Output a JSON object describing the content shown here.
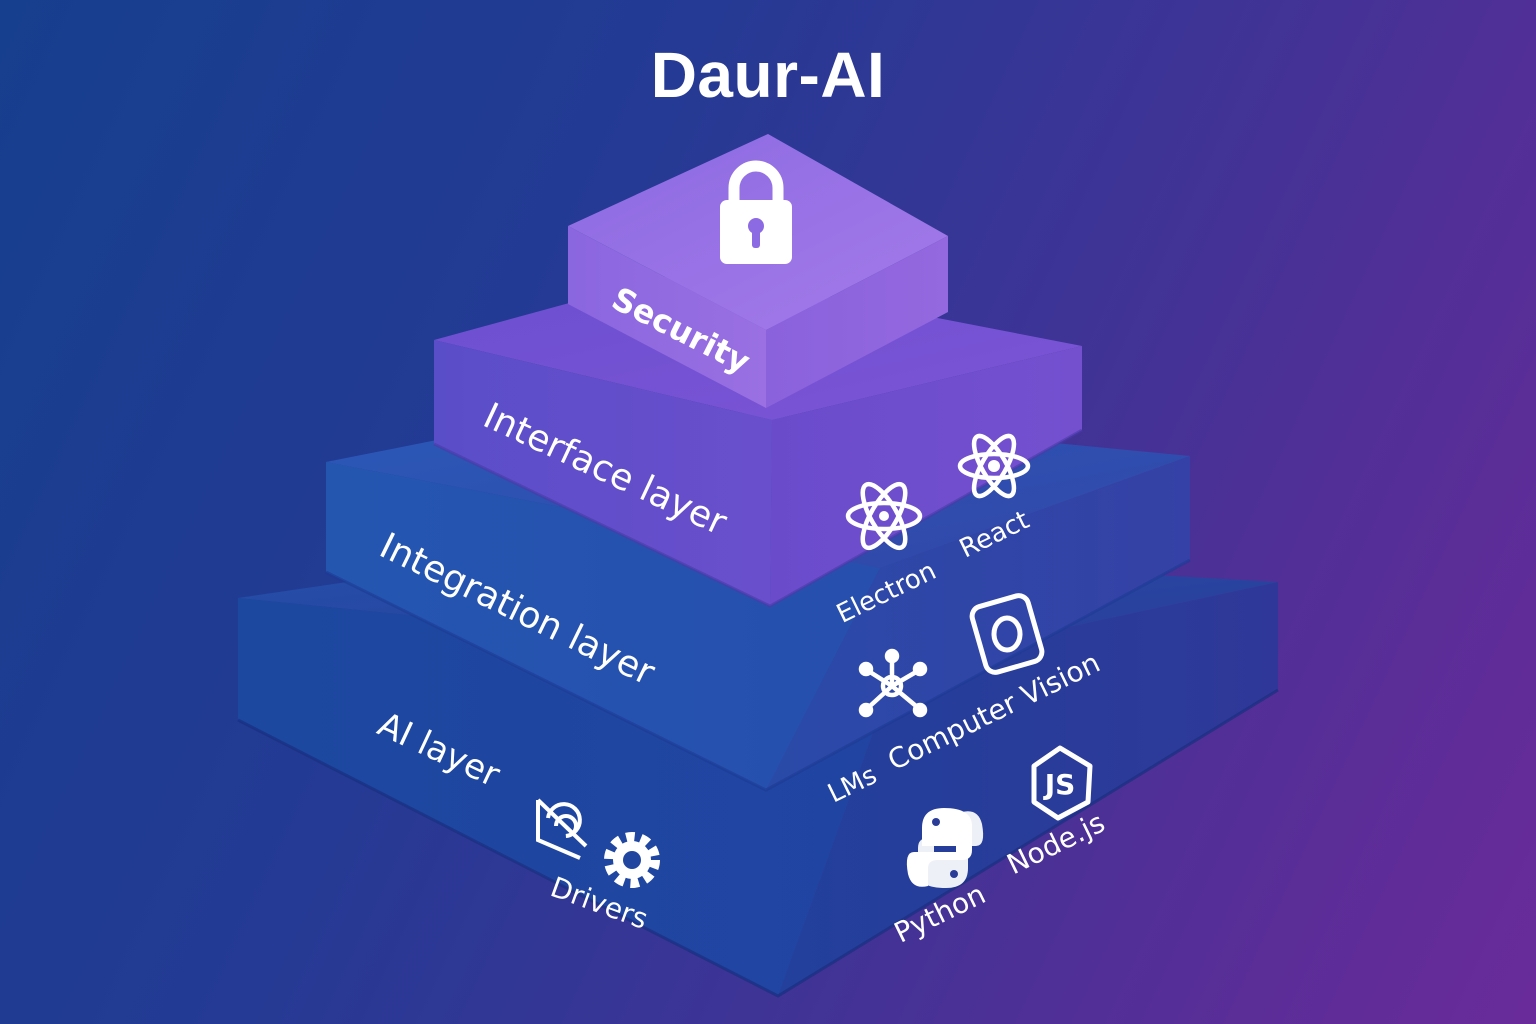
{
  "title": "Daur-AI",
  "layers": {
    "security": {
      "label": "Security",
      "icon": "lock-icon"
    },
    "interface": {
      "label": "Interface layer",
      "items": [
        {
          "label": "Electron",
          "icon": "electron-icon"
        },
        {
          "label": "React",
          "icon": "react-icon"
        }
      ]
    },
    "integration": {
      "label": "Integration layer",
      "items": [
        {
          "label": "LMs",
          "icon": "network-icon"
        },
        {
          "label": "Computer Vision",
          "icon": "camera-icon"
        }
      ]
    },
    "ai": {
      "label": "AI layer",
      "items": [
        {
          "label": "Drivers",
          "icon": "gear-icon"
        },
        {
          "label": "Python",
          "icon": "python-icon"
        },
        {
          "label": "Node.js",
          "icon": "nodejs-icon"
        }
      ]
    }
  },
  "colors": {
    "background_start": "#163f8e",
    "background_end": "#6a2b9a",
    "security_top": "#9a74e6",
    "interface_top": "#7454d0",
    "integration_top": "#2a4fae",
    "ai_top": "#2146a0"
  }
}
